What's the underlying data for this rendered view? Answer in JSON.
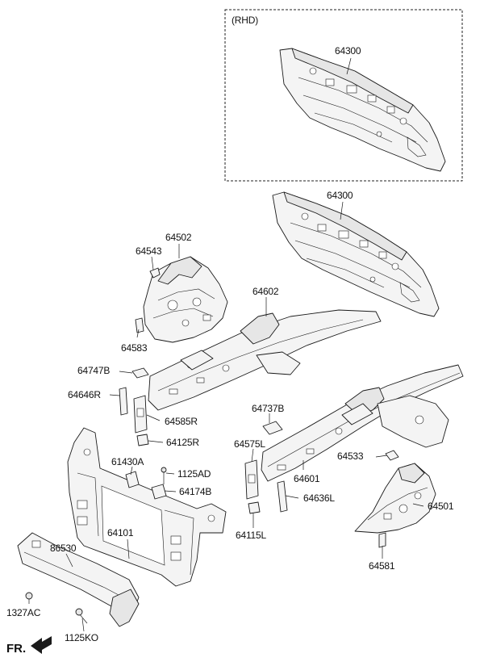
{
  "rhd_label": "(RHD)",
  "fr_label": "FR.",
  "parts": [
    {
      "id": "64300-rhd",
      "text": "64300"
    },
    {
      "id": "64300",
      "text": "64300"
    },
    {
      "id": "64502",
      "text": "64502"
    },
    {
      "id": "64543",
      "text": "64543"
    },
    {
      "id": "64602",
      "text": "64602"
    },
    {
      "id": "64583",
      "text": "64583"
    },
    {
      "id": "64747B",
      "text": "64747B"
    },
    {
      "id": "64646R",
      "text": "64646R"
    },
    {
      "id": "64585R",
      "text": "64585R"
    },
    {
      "id": "64125R",
      "text": "64125R"
    },
    {
      "id": "64737B",
      "text": "64737B"
    },
    {
      "id": "64575L",
      "text": "64575L"
    },
    {
      "id": "64533",
      "text": "64533"
    },
    {
      "id": "64601",
      "text": "64601"
    },
    {
      "id": "64636L",
      "text": "64636L"
    },
    {
      "id": "64501",
      "text": "64501"
    },
    {
      "id": "64115L",
      "text": "64115L"
    },
    {
      "id": "64581",
      "text": "64581"
    },
    {
      "id": "61430A",
      "text": "61430A"
    },
    {
      "id": "1125AD",
      "text": "1125AD"
    },
    {
      "id": "64174B",
      "text": "64174B"
    },
    {
      "id": "64101",
      "text": "64101"
    },
    {
      "id": "86530",
      "text": "86530"
    },
    {
      "id": "1327AC",
      "text": "1327AC"
    },
    {
      "id": "1125KO",
      "text": "1125KO"
    }
  ]
}
